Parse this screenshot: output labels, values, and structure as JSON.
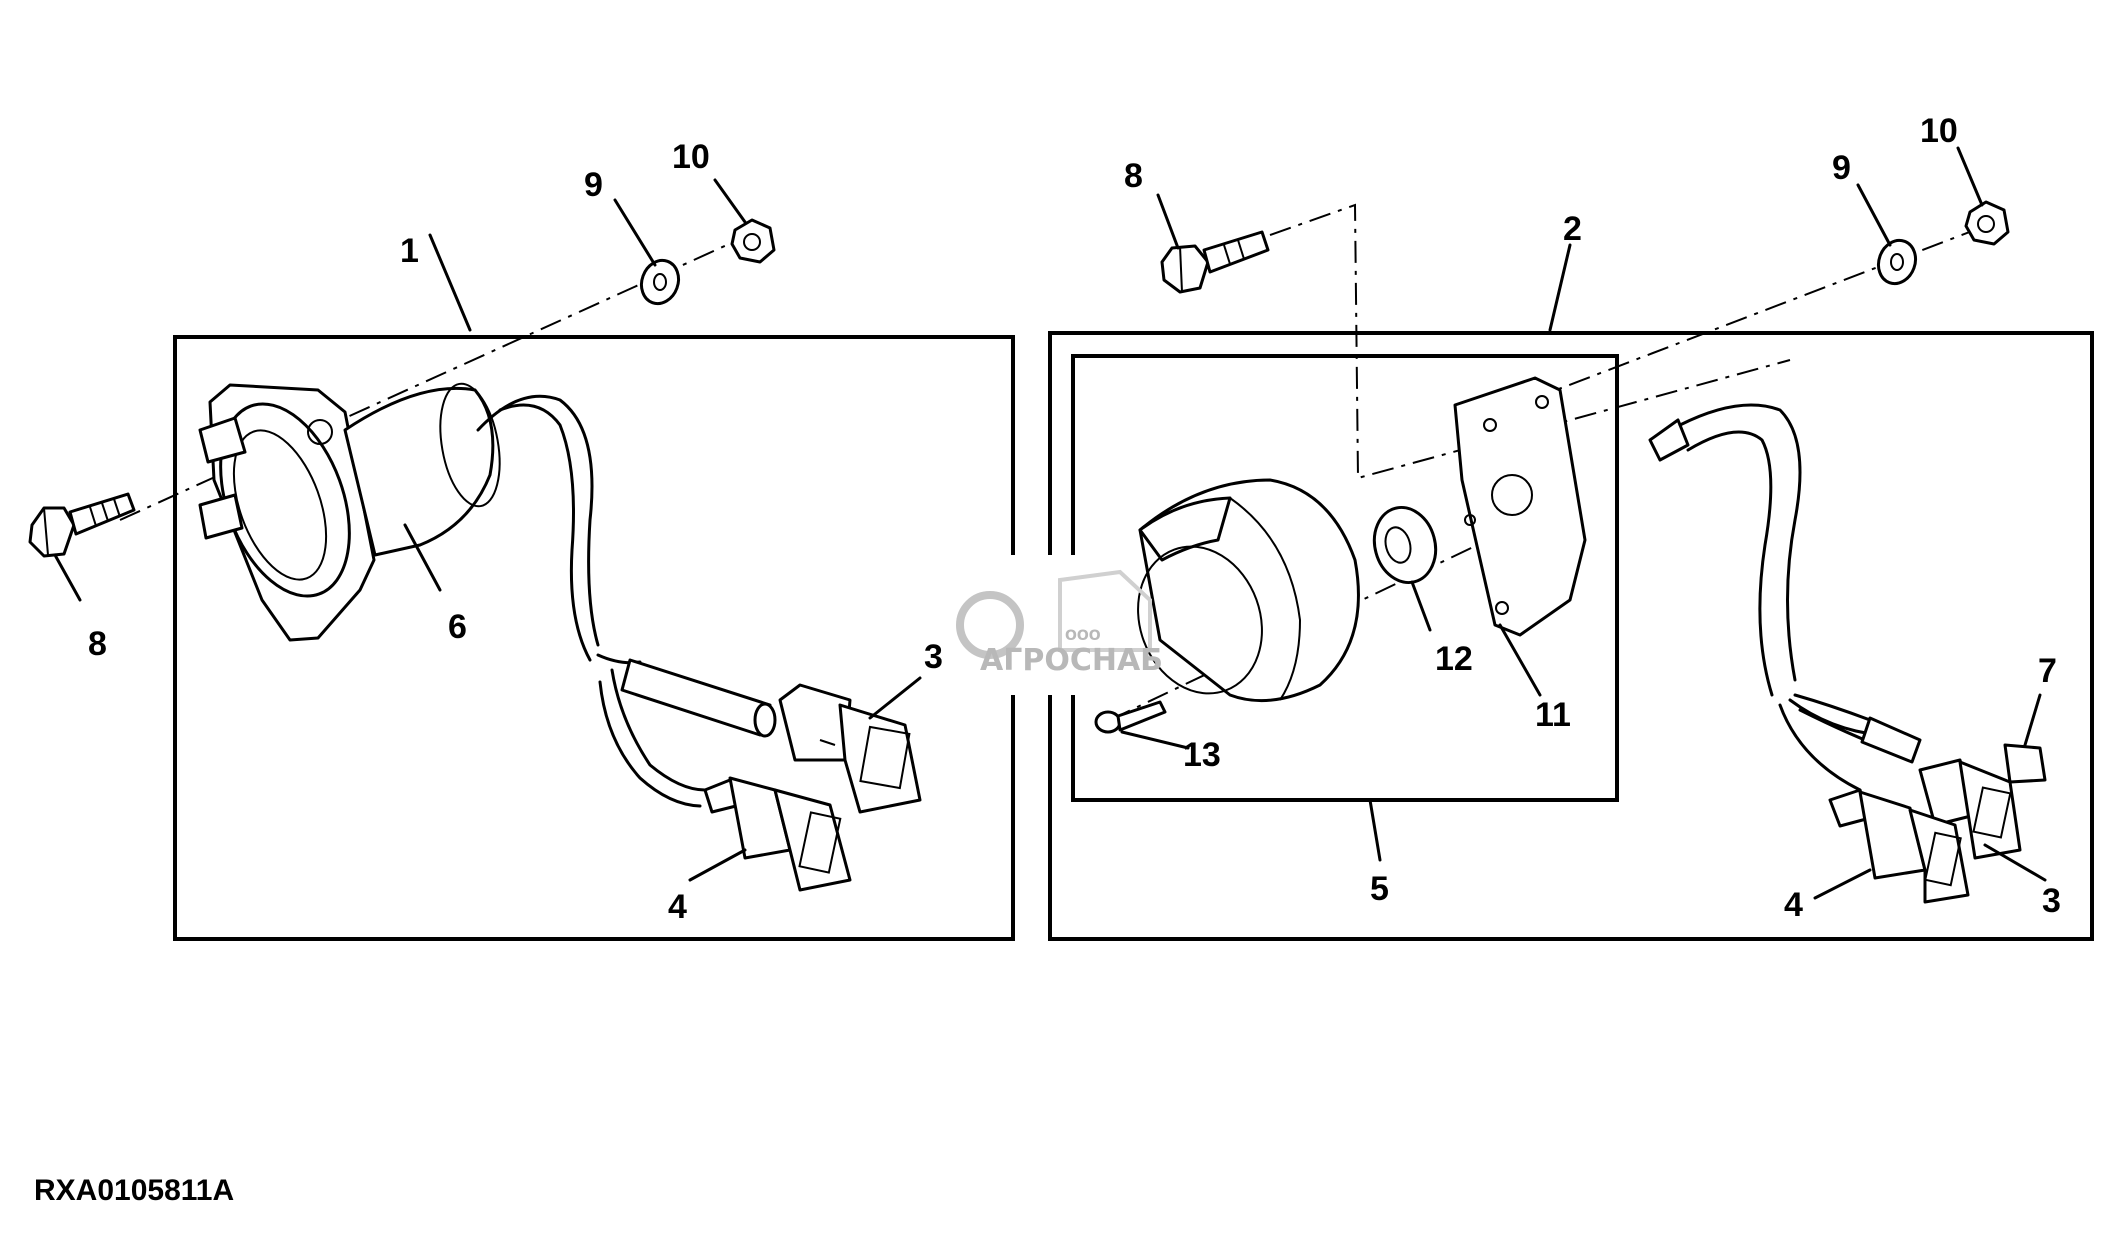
{
  "diagram": {
    "code": "RXA0105811A",
    "watermark": {
      "prefix": "ООО",
      "name": "АГРОСНАБ"
    },
    "left_callouts": {
      "assembly": "1",
      "bolt": "8",
      "washer": "9",
      "nut": "10",
      "socket": "6",
      "connector_a": "3",
      "connector_b": "4"
    },
    "right_callouts": {
      "assembly": "2",
      "bolt": "8",
      "washer": "9",
      "nut": "10",
      "sub_assembly": "5",
      "plate": "11",
      "grommet": "12",
      "screw": "13",
      "cap": "7",
      "connector_a": "3",
      "connector_b": "4"
    }
  }
}
